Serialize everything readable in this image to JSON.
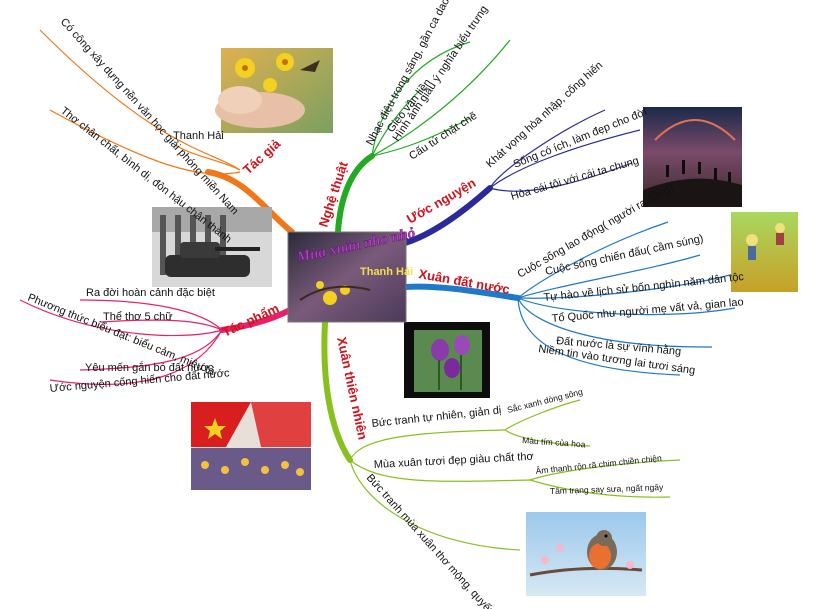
{
  "center": {
    "title": "Mùa xuân nho nhỏ",
    "subtitle": "Thanh Hải"
  },
  "branches": {
    "tac_gia": {
      "label": "Tác giả",
      "items": [
        "Thanh Hải",
        "Có công xây dựng nền văn học giải phóng miền Nam",
        "Thơ chân chất, bình dị, đôn hậu chân thành"
      ]
    },
    "nghe_thuat": {
      "label": "Nghệ thuật",
      "items": [
        "Nhạc điệu trong sáng, gần ca dao",
        "Gieo vần liền",
        "Hình ảnh giàu ý nghĩa biểu trưng",
        "Cấu tứ chặt chẽ"
      ]
    },
    "uoc_nguyen": {
      "label": "Ước nguyện",
      "items": [
        "Khát vọng hòa nhập, cống hiến",
        "Sống có ích, làm đẹp cho đời",
        "Hòa cái tôi với cái ta chung"
      ]
    },
    "xuan_dat_nuoc": {
      "label": "Xuân đất nước",
      "items": [
        "Cuộc sống lao động( người ra đồng)",
        "Cuộc sống chiến đấu( cầm súng)",
        "Tự hào về lịch sử bốn nghìn năm dân tộc",
        "Tổ Quốc như người mẹ vất vả, gian lao",
        "Đất nước là sự vĩnh hằng",
        "Niềm tin vào tương lai tươi sáng"
      ]
    },
    "tac_pham": {
      "label": "Tác phẩm",
      "items": [
        "Ra đời hoàn cảnh đặc biệt",
        "Thể thơ 5 chữ",
        "Phương thức biểu đạt: biểu cảm, miêu tả",
        "Yêu mến gắn bó đất nước",
        "Ước nguyện cống hiến cho đất nước"
      ]
    },
    "xuan_thien_nhien": {
      "label": "Xuân thiên nhiên",
      "groups": [
        {
          "label": "Bức tranh tự nhiên, giản dị",
          "children": [
            "Sắc xanh dòng sông",
            "Màu tím của hoa"
          ]
        },
        {
          "label": "Mùa xuân tươi đẹp giàu chất thơ",
          "children": [
            "Âm thanh rộn rã chim chiền chiện",
            "Tâm trạng say sưa, ngất ngây"
          ]
        },
        {
          "label": "Bức tranh mùa xuân thơ mộng, quyến rũ",
          "children": []
        }
      ]
    }
  },
  "colors": {
    "tac_gia": "#f07818",
    "nghe_thuat": "#22aa22",
    "uoc_nguyen": "#2a2a9a",
    "xuan_dat_nuoc": "#1f78c8",
    "tac_pham": "#e8206a",
    "xuan_thien_nhien": "#88c020",
    "branch_text": "#d0121b"
  }
}
